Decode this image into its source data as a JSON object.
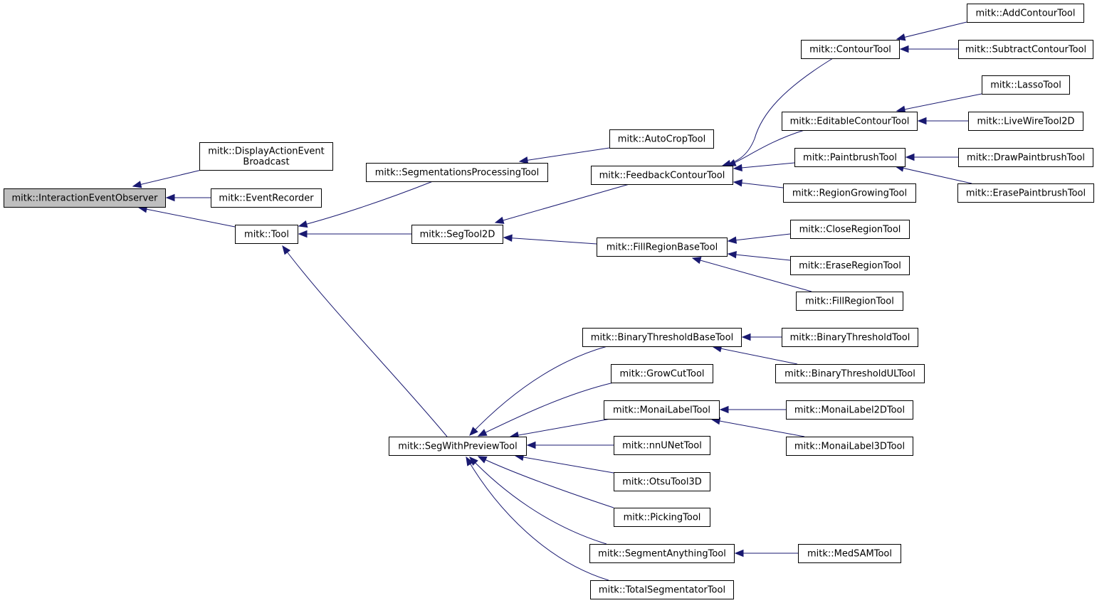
{
  "diagram": {
    "type": "inheritance-graph",
    "colors": {
      "edge": "#191970",
      "root_fill": "#bfbfbf",
      "node_fill": "#ffffff",
      "border": "#000000"
    },
    "nodes": [
      {
        "id": "ieo",
        "label": "mitk::InteractionEventObserver",
        "root": true
      },
      {
        "id": "daeb",
        "label": "mitk::DisplayActionEvent\nBroadcast"
      },
      {
        "id": "er",
        "label": "mitk::EventRecorder"
      },
      {
        "id": "tool",
        "label": "mitk::Tool"
      },
      {
        "id": "spt",
        "label": "mitk::SegmentationsProcessingTool"
      },
      {
        "id": "st2d",
        "label": "mitk::SegTool2D"
      },
      {
        "id": "swpt",
        "label": "mitk::SegWithPreviewTool"
      },
      {
        "id": "act",
        "label": "mitk::AutoCropTool"
      },
      {
        "id": "fct",
        "label": "mitk::FeedbackContourTool"
      },
      {
        "id": "frbt",
        "label": "mitk::FillRegionBaseTool"
      },
      {
        "id": "btbt",
        "label": "mitk::BinaryThresholdBaseTool"
      },
      {
        "id": "gct",
        "label": "mitk::GrowCutTool"
      },
      {
        "id": "mlt",
        "label": "mitk::MonaiLabelTool"
      },
      {
        "id": "nnu",
        "label": "mitk::nnUNetTool"
      },
      {
        "id": "otsu",
        "label": "mitk::OtsuTool3D"
      },
      {
        "id": "pick",
        "label": "mitk::PickingTool"
      },
      {
        "id": "sat",
        "label": "mitk::SegmentAnythingTool"
      },
      {
        "id": "tst",
        "label": "mitk::TotalSegmentatorTool"
      },
      {
        "id": "ct",
        "label": "mitk::ContourTool"
      },
      {
        "id": "ect",
        "label": "mitk::EditableContourTool"
      },
      {
        "id": "pbt",
        "label": "mitk::PaintbrushTool"
      },
      {
        "id": "rgt",
        "label": "mitk::RegionGrowingTool"
      },
      {
        "id": "crt",
        "label": "mitk::CloseRegionTool"
      },
      {
        "id": "ert",
        "label": "mitk::EraseRegionTool"
      },
      {
        "id": "frt",
        "label": "mitk::FillRegionTool"
      },
      {
        "id": "btt",
        "label": "mitk::BinaryThresholdTool"
      },
      {
        "id": "btult",
        "label": "mitk::BinaryThresholdULTool"
      },
      {
        "id": "ml2d",
        "label": "mitk::MonaiLabel2DTool"
      },
      {
        "id": "ml3d",
        "label": "mitk::MonaiLabel3DTool"
      },
      {
        "id": "medsam",
        "label": "mitk::MedSAMTool"
      },
      {
        "id": "adct",
        "label": "mitk::AddContourTool"
      },
      {
        "id": "sct",
        "label": "mitk::SubtractContourTool"
      },
      {
        "id": "lasso",
        "label": "mitk::LassoTool"
      },
      {
        "id": "lw2d",
        "label": "mitk::LiveWireTool2D"
      },
      {
        "id": "dpt",
        "label": "mitk::DrawPaintbrushTool"
      },
      {
        "id": "ept",
        "label": "mitk::ErasePaintbrushTool"
      }
    ],
    "edges": [
      [
        "ieo",
        "daeb"
      ],
      [
        "ieo",
        "er"
      ],
      [
        "ieo",
        "tool"
      ],
      [
        "tool",
        "spt"
      ],
      [
        "tool",
        "st2d"
      ],
      [
        "tool",
        "swpt"
      ],
      [
        "spt",
        "act"
      ],
      [
        "st2d",
        "fct"
      ],
      [
        "st2d",
        "frbt"
      ],
      [
        "fct",
        "ct"
      ],
      [
        "fct",
        "ect"
      ],
      [
        "fct",
        "pbt"
      ],
      [
        "fct",
        "rgt"
      ],
      [
        "ct",
        "adct"
      ],
      [
        "ct",
        "sct"
      ],
      [
        "ect",
        "lasso"
      ],
      [
        "ect",
        "lw2d"
      ],
      [
        "pbt",
        "dpt"
      ],
      [
        "pbt",
        "ept"
      ],
      [
        "frbt",
        "crt"
      ],
      [
        "frbt",
        "ert"
      ],
      [
        "frbt",
        "frt"
      ],
      [
        "swpt",
        "btbt"
      ],
      [
        "swpt",
        "gct"
      ],
      [
        "swpt",
        "mlt"
      ],
      [
        "swpt",
        "nnu"
      ],
      [
        "swpt",
        "otsu"
      ],
      [
        "swpt",
        "pick"
      ],
      [
        "swpt",
        "sat"
      ],
      [
        "swpt",
        "tst"
      ],
      [
        "btbt",
        "btt"
      ],
      [
        "btbt",
        "btult"
      ],
      [
        "mlt",
        "ml2d"
      ],
      [
        "mlt",
        "ml3d"
      ],
      [
        "sat",
        "medsam"
      ]
    ]
  }
}
